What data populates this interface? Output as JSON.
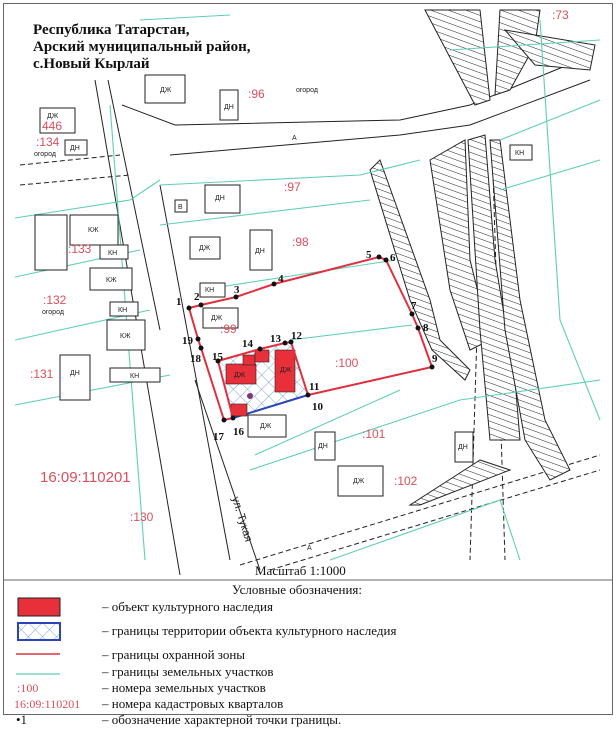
{
  "title": [
    "Республика Татарстан,",
    "Арский муниципальный район,",
    "с.Новый Кырлай"
  ],
  "parcels": [
    ":96",
    ":97",
    ":98",
    ":99",
    ":100",
    ":101",
    ":102",
    ":73",
    ":133",
    ":132",
    ":131",
    ":134",
    "446",
    ":130"
  ],
  "quarter": "16:09:110201",
  "building_labels": {
    "dzh": "ДЖ",
    "dn": "ДН",
    "kn": "КН",
    "kzh": "КЖ",
    "v": "В"
  },
  "misc_labels": {
    "garden": "огород",
    "section_mark": "А",
    "street": "ул. Тукая"
  },
  "points": [
    "1",
    "2",
    "3",
    "4",
    "5",
    "6",
    "7",
    "8",
    "9",
    "10",
    "11",
    "12",
    "13",
    "14",
    "15",
    "16",
    "17",
    "18",
    "19"
  ],
  "scale": "Масштаб 1:1000",
  "legend": {
    "title": "Условные обозначения:",
    "items": [
      {
        "label": "– объект культурного наследия",
        "symbol": "red-fill-rect"
      },
      {
        "label": "– границы территории объекта культурного наследия",
        "symbol": "blue-hatched-rect"
      },
      {
        "label": "– границы охранной зоны",
        "symbol": "red-line"
      },
      {
        "label": "– границы земельных участков",
        "symbol": "green-line"
      },
      {
        "label": "– номера земельных участков",
        "sample": ":100"
      },
      {
        "label": "– номера кадастровых кварталов",
        "sample": "16:09:110201"
      },
      {
        "label": "– обозначение характерной точки границы.",
        "sample": "•1"
      }
    ]
  },
  "colors": {
    "heritage": "#e8303a",
    "territory_border": "#2a45b8",
    "protection_zone": "#e03040",
    "land_parcel": "#5fcfb5",
    "label_red": "#d9505e"
  }
}
